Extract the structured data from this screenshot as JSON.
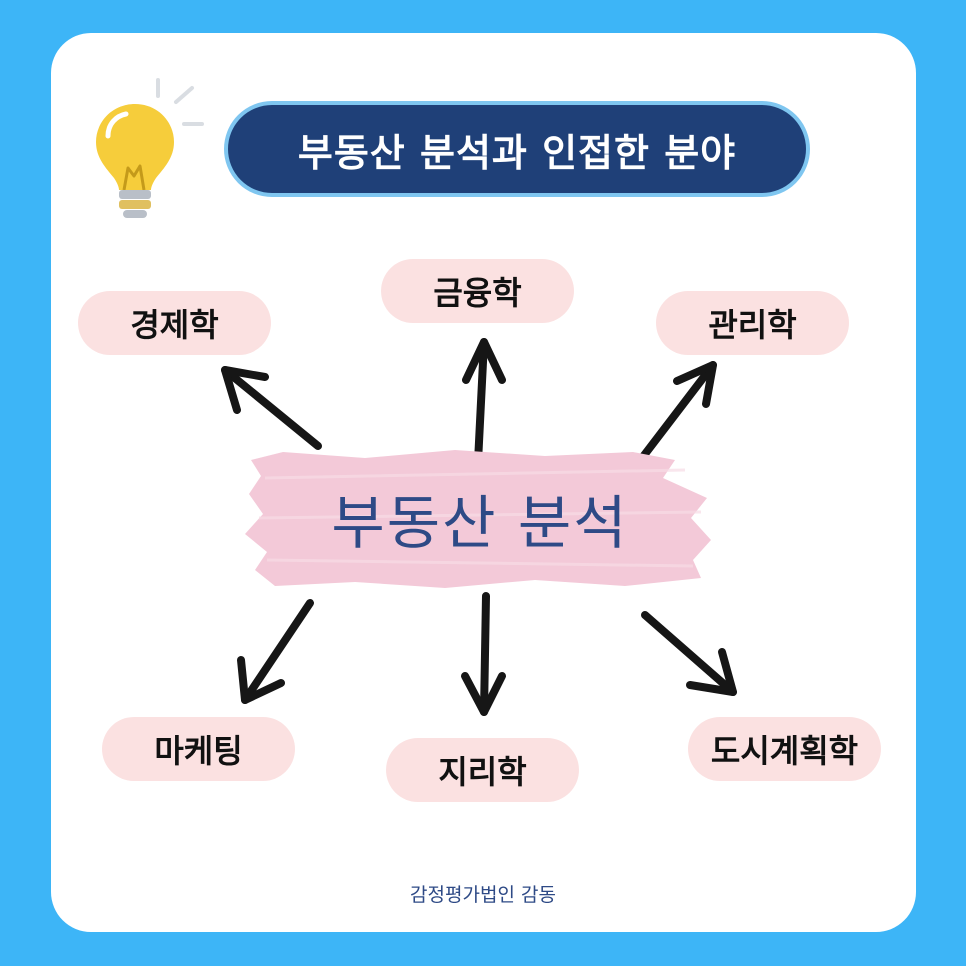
{
  "title": "부동산 분석과 인접한 분야",
  "center": "부동산 분석",
  "fields": {
    "economics": "경제학",
    "finance": "금융학",
    "management": "관리학",
    "marketing": "마케팅",
    "geography": "지리학",
    "urban_planning": "도시계획학"
  },
  "footer": "감정평가법인 감동",
  "icons": [
    "lightbulb-icon",
    "arrow-icon"
  ],
  "colors": {
    "background": "#3db5f7",
    "title_pill": "#1f4078",
    "title_border": "#7fc6f0",
    "label_pill": "#fbe1e1",
    "brush": "#f3c9d8",
    "center_text": "#2e4a86",
    "bulb": "#f6cd3b"
  }
}
